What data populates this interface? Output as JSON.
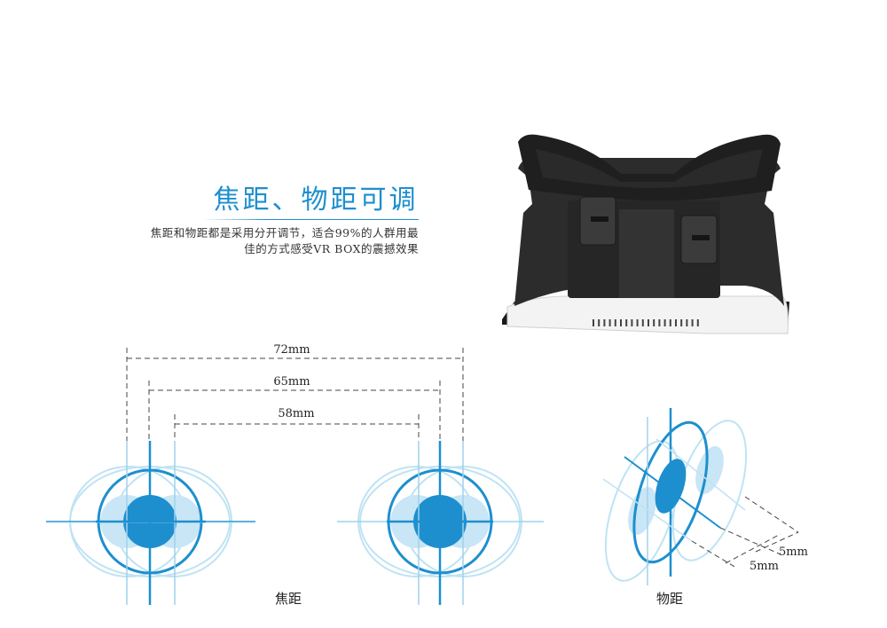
{
  "heading": {
    "title": "焦距、物距可调",
    "desc_line1": "焦距和物距都是采用分开调节，适合99%的人群用最",
    "desc_line2": "佳的方式感受VR BOX的震撼效果"
  },
  "diagram_focal": {
    "caption": "焦距",
    "dimensions": [
      "72mm",
      "65mm",
      "58mm"
    ]
  },
  "diagram_object": {
    "caption": "物距",
    "offsets": [
      "5mm",
      "5mm"
    ]
  },
  "colors": {
    "accent": "#1e8fce",
    "light": "#bfe3f3",
    "fill_light": "#c8e6f6",
    "headset_body": "#2b2b2b",
    "headset_base": "#f4f4f4"
  }
}
